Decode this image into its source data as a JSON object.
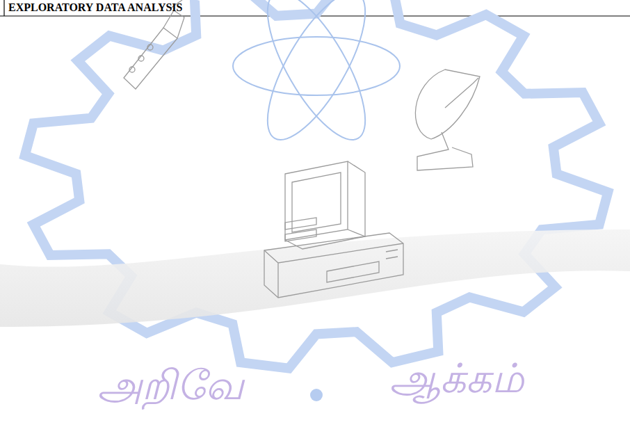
{
  "diagram": {
    "title": "EXPLORATORY DATA ANALYSIS",
    "labels": [
      "அறிவே",
      "ஆக்கம்"
    ]
  }
}
